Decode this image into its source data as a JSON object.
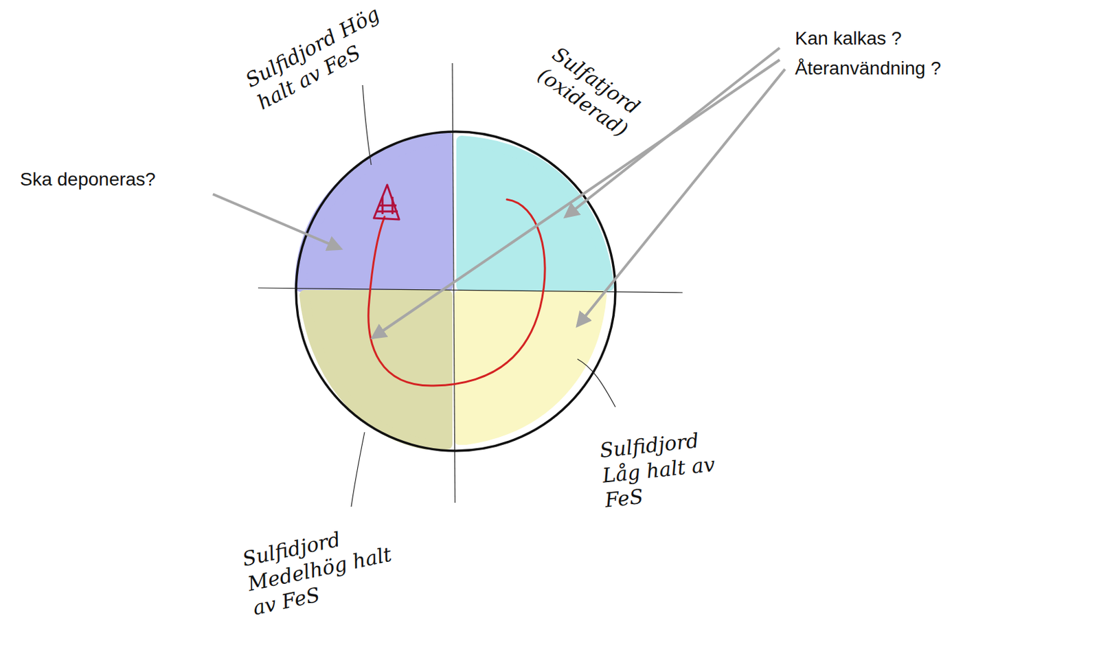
{
  "diagram": {
    "labels": [
      "Sulfidjord Hög halt av FeS",
      "Sulfatjord (oxiderad)",
      "Ska deponeras?",
      "Kan kalkas ? Återanvändning ?",
      "Sulfidjord Medelhög halt av FeS",
      "Sulfidjord Låg halt av FeS"
    ]
  }
}
